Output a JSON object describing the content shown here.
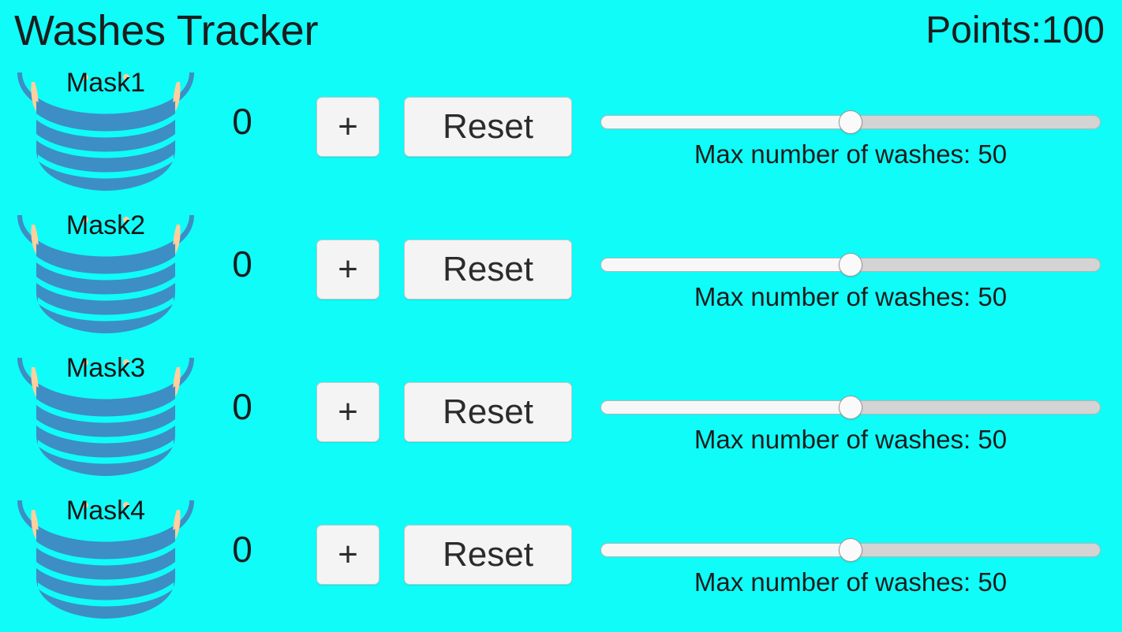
{
  "app": {
    "title": "Washes Tracker",
    "background_color": "#0FFCF9",
    "text_color": "#1d1d1d"
  },
  "header": {
    "title": "Washes Tracker",
    "points_label": "Points:",
    "points_value": "100"
  },
  "controls": {
    "increment_label": "+",
    "reset_label": "Reset",
    "slider_caption_prefix": "Max number of washes: "
  },
  "icons": {
    "mask_icon": "face-mask-icon",
    "mask_body_color": "#3d8ec4",
    "mask_strap_color": "#3d8ec4",
    "mask_ear_color": "#ffcf9e"
  },
  "rows": [
    {
      "mask_label": "Mask1",
      "wash_count": "0",
      "increment_label": "+",
      "reset_label": "Reset",
      "slider_value": 50,
      "slider_percent": 50,
      "slider_caption": "Max number of washes: 50"
    },
    {
      "mask_label": "Mask2",
      "wash_count": "0",
      "increment_label": "+",
      "reset_label": "Reset",
      "slider_value": 50,
      "slider_percent": 50,
      "slider_caption": "Max number of washes: 50"
    },
    {
      "mask_label": "Mask3",
      "wash_count": "0",
      "increment_label": "+",
      "reset_label": "Reset",
      "slider_value": 50,
      "slider_percent": 50,
      "slider_caption": "Max number of washes: 50"
    },
    {
      "mask_label": "Mask4",
      "wash_count": "0",
      "increment_label": "+",
      "reset_label": "Reset",
      "slider_value": 50,
      "slider_percent": 50,
      "slider_caption": "Max number of washes: 50"
    }
  ]
}
